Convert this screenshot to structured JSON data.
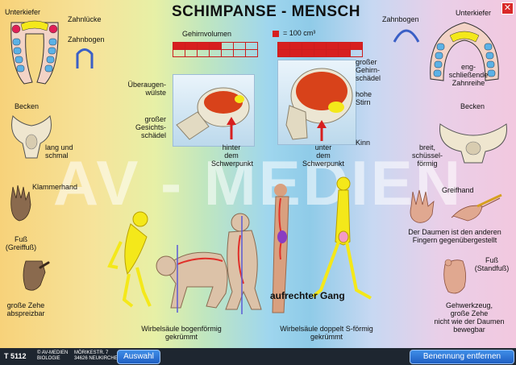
{
  "title": "SCHIMPANSE - MENSCH",
  "watermark": "AV - MEDIEN",
  "left": {
    "unterkiefer": "Unterkiefer",
    "zahnluecke": "Zahnlücke",
    "zahnbogen": "Zahnbogen",
    "becken": "Becken",
    "becken_desc": "lang und\nschmal",
    "klammerhand": "Klammerhand",
    "fuss": "Fuß\n(Greiffuß)",
    "zehe": "große Zehe\nabspreizbar"
  },
  "center": {
    "gehirnvolumen": "Gehirnvolumen",
    "legend_value": "= 100 cm³",
    "chimp_boxes_filled": 4,
    "human_boxes_filled": 13,
    "ueberaugen": "Überaugen-\nwülste",
    "gesicht": "großer\nGesichts-\nschädel",
    "hinter": "hinter\ndem\nSchwerpunkt",
    "unter": "unter\ndem\nSchwerpunkt",
    "gehirnschaedel": "großer\nGehirn-\nschädel",
    "stirn": "hohe\nStirn",
    "kinn": "Kinn",
    "gang": "aufrechter Gang",
    "ws_chimp": "Wirbelsäule bogenförmig\ngekrümmt",
    "ws_human": "Wirbelsäule doppelt S-förmig\ngekrümmt"
  },
  "right": {
    "zahnbogen": "Zahnbogen",
    "unterkiefer": "Unterkiefer",
    "zahnreihe": "eng-\nschließende\nZahnreihe",
    "becken": "Becken",
    "becken_desc": "breit,\nschüssel-\nförmig",
    "greifhand": "Greifhand",
    "daumen": "Der Daumen ist den anderen\nFingern gegenübergestellt",
    "fuss": "Fuß\n(Standfuß)",
    "werkzeug": "Gehwerkzeug,\ngroße Zehe\nnicht wie der Daumen\nbewegbar"
  },
  "footer": {
    "code": "T 5112",
    "publisher": "© AV-MEDIEN\nBIOLOGIE",
    "address": "MÖRIKESTR. 7\n34626 NEUKIRCHEN",
    "btn_select": "Auswahl",
    "btn_remove": "Benennung entfernen"
  },
  "colors": {
    "skeleton": "#f4e81a",
    "brain": "#d8421a",
    "accent": "#d71f1f",
    "button": "#2a6fd6"
  }
}
